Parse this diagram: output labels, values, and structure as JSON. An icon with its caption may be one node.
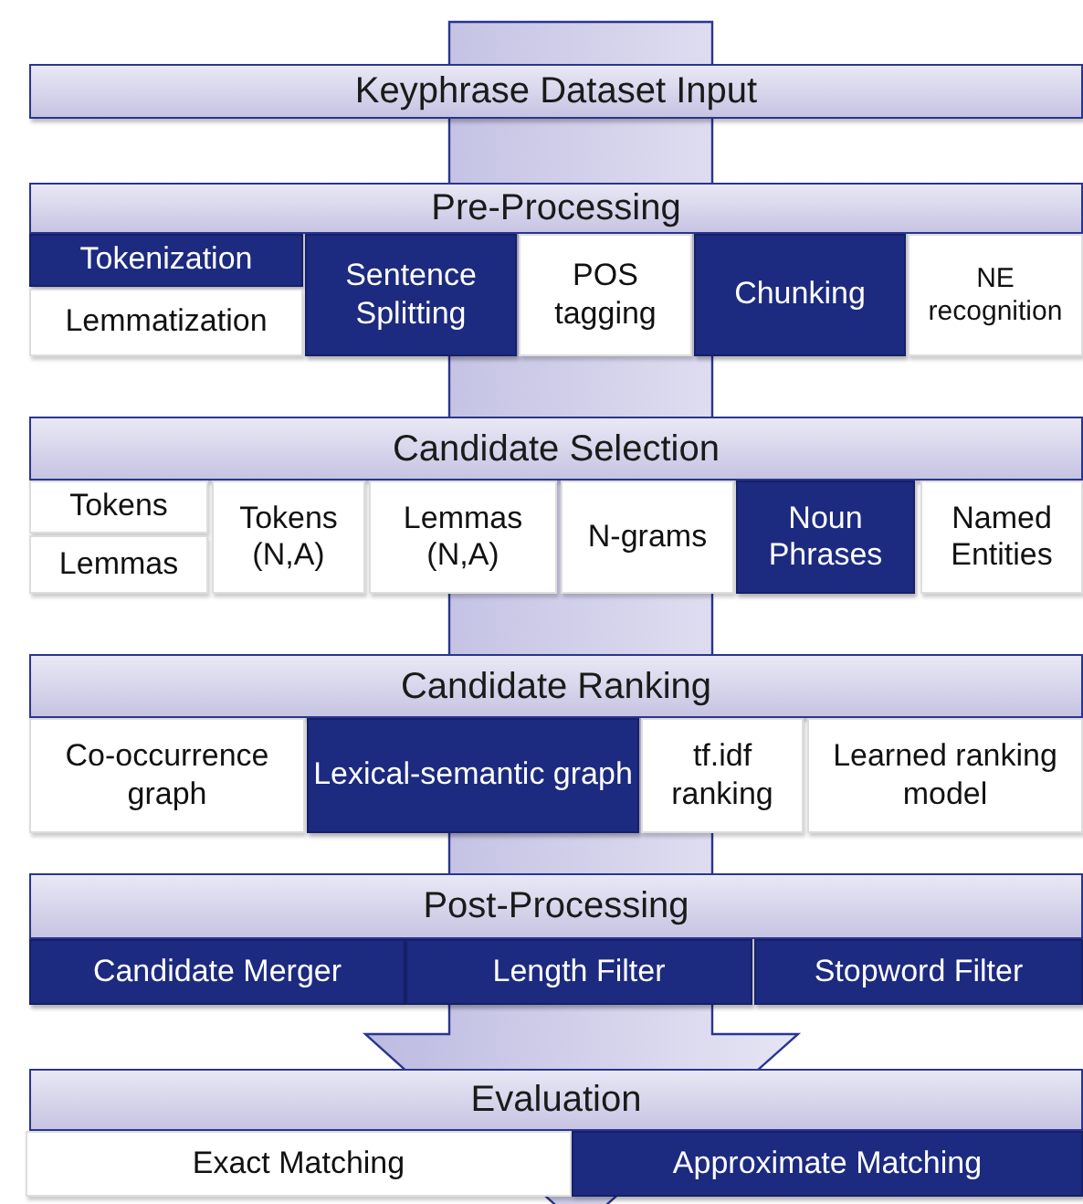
{
  "diagram": {
    "nodes": [
      {
        "text": [
          "Keyphrase Dataset Input"
        ]
      },
      {
        "text": [
          "Pre-Processing"
        ]
      },
      {
        "text": [
          "Tokenization"
        ]
      },
      {
        "text": [
          "Lemmatization"
        ]
      },
      {
        "text": [
          "Sentence Splitting"
        ]
      },
      {
        "text": [
          "POS tagging"
        ]
      },
      {
        "text": [
          "Chunking"
        ]
      },
      {
        "text": [
          "NE recognition"
        ]
      },
      {
        "text": [
          "Candidate Selection"
        ]
      },
      {
        "text": [
          "Tokens"
        ]
      },
      {
        "text": [
          "Lemmas"
        ]
      },
      {
        "text": [
          "Tokens (N,A)"
        ]
      },
      {
        "text": [
          "Lemmas (N,A)"
        ]
      },
      {
        "text": [
          "N-grams"
        ]
      },
      {
        "text": [
          "Noun Phrases"
        ]
      },
      {
        "text": [
          "Named Entities"
        ]
      },
      {
        "text": [
          "Candidate Ranking"
        ]
      },
      {
        "text": [
          "Co-occurrence graph"
        ]
      },
      {
        "text": [
          "Lexical-semantic graph"
        ]
      },
      {
        "text": [
          "tf.idf ranking"
        ]
      },
      {
        "text": [
          "Learned ranking model"
        ]
      },
      {
        "text": [
          "Post-Processing"
        ]
      },
      {
        "text": [
          "Candidate Merger"
        ]
      },
      {
        "text": [
          "Length Filter"
        ]
      },
      {
        "text": [
          "Stopword Filter"
        ]
      },
      {
        "text": [
          "Evaluation"
        ]
      },
      {
        "text": [
          "Exact Matching"
        ]
      },
      {
        "text": [
          "Approximate Matching"
        ]
      }
    ]
  }
}
